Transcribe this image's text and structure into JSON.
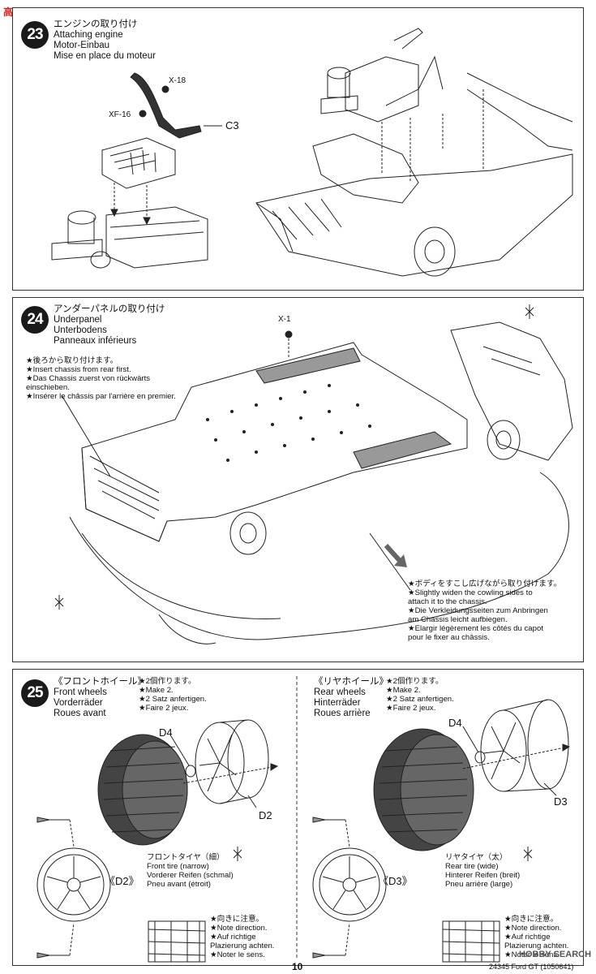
{
  "step23": {
    "number": "23",
    "title_ja": "エンジンの取り付け",
    "title_en": "Attaching engine",
    "title_de": "Motor-Einbau",
    "title_fr": "Mise en place du moteur",
    "parts": {
      "x18": "X-18",
      "xf16": "XF-16",
      "c3": "C3"
    }
  },
  "step24": {
    "number": "24",
    "title_ja": "アンダーパネルの取り付け",
    "title_en": "Underpanel",
    "title_de": "Unterbodens",
    "title_fr": "Panneaux inférieurs",
    "part": "X-1",
    "note_rear": [
      "★後ろから取り付けます。",
      "★Insert chassis from rear first.",
      "★Das Chassis zuerst von rückwärts",
      "einschieben.",
      "★Insérer le châssis par l'arrière en premier."
    ],
    "note_body": [
      "★ボディをすこし広げながら取り付けます。",
      "★Slightly widen the cowling sides to",
      "attach it to the chassis.",
      "★Die Verkleidungsseiten zum Anbringen",
      "am Chassis leicht aufbiegen.",
      "★Elargir légèrement les côtés du capot",
      "pour le fixer au châssis."
    ]
  },
  "step25": {
    "number": "25",
    "front": {
      "title_ja": "《フロントホイール》",
      "title_en": "Front wheels",
      "title_de": "Vorderräder",
      "title_fr": "Roues avant",
      "make": [
        "★2個作ります。",
        "★Make 2.",
        "★2 Satz anfertigen.",
        "★Faire 2 jeux."
      ],
      "part_d4": "D4",
      "part_d2": "D2",
      "wheel_ref": "《D2》",
      "tire": [
        "フロントタイヤ（細）",
        "Front tire (narrow)",
        "Vorderer Reifen (schmal)",
        "Pneu avant (étroit)"
      ]
    },
    "rear": {
      "title_ja": "《リヤホイール》",
      "title_en": "Rear wheels",
      "title_de": "Hinterräder",
      "title_fr": "Roues arrière",
      "make": [
        "★2個作ります。",
        "★Make 2.",
        "★2 Satz anfertigen.",
        "★Faire 2 jeux."
      ],
      "part_d4": "D4",
      "part_d3": "D3",
      "wheel_ref": "《D3》",
      "tire": [
        "リヤタイヤ（太）",
        "Rear tire (wide)",
        "Hinterer Reifen (breit)",
        "Pneu arrière (large)"
      ]
    },
    "direction": [
      "★向きに注意。",
      "★Note direction.",
      "★Auf richtige",
      "Plazierung achten.",
      "★Noter le sens."
    ]
  },
  "footer": {
    "page": "10",
    "code": "24345 Ford GT (1050641)"
  },
  "watermark": {
    "top": "高网",
    "bottom": "HOBBY SEARCH"
  }
}
